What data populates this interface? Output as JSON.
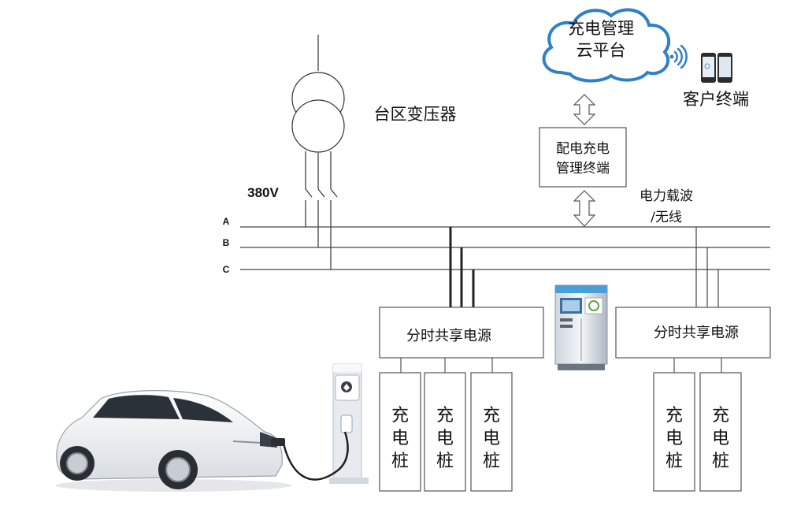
{
  "cloud": {
    "line1": "充电管理",
    "line2": "云平台"
  },
  "client_terminal_label": "客户终端",
  "transformer_label": "台区变压器",
  "voltage_label": "380V",
  "phases": {
    "a": "A",
    "b": "B",
    "c": "C"
  },
  "terminal_box": {
    "line1": "配电充电",
    "line2": "管理终端"
  },
  "comm_label": {
    "line1": "电力载波",
    "line2": "/无线"
  },
  "left_power_box": "分时共享电源",
  "right_power_box": "分时共享电源",
  "charger_text": [
    "充",
    "电",
    "桩"
  ],
  "colors": {
    "cloud_stroke": "#2f80c9",
    "line": "#333333",
    "box_fill": "#ffffff"
  }
}
